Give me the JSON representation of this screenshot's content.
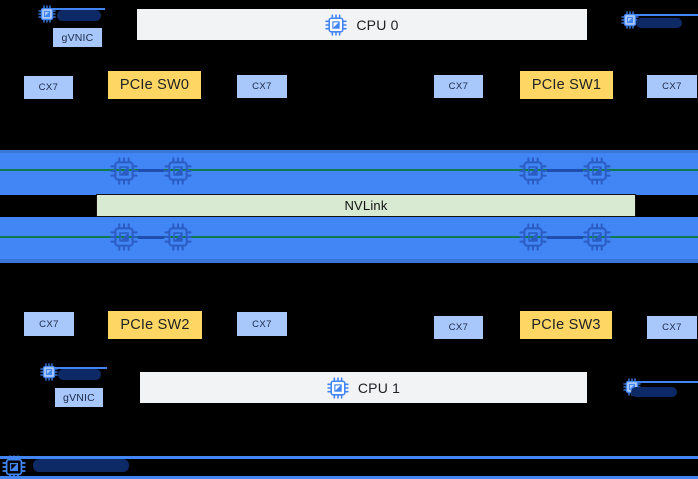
{
  "labels": {
    "cpus": [
      "CPU 0",
      "CPU 1"
    ],
    "switches": [
      "PCIe SW0",
      "PCIe SW1",
      "PCIe SW2",
      "PCIe SW3"
    ],
    "nics": [
      "CX7",
      "CX7",
      "CX7",
      "CX7",
      "CX7",
      "CX7",
      "CX7",
      "CX7"
    ],
    "gvnics": [
      "gVNIC",
      "gVNIC"
    ],
    "nvlink": "NVLink"
  },
  "colors": {
    "background": "#000000",
    "gpu_band_blue": "#4285F4",
    "nvlink_green": "#D9EAD3",
    "pcie_switch_yellow": "#FDD663",
    "nic_light_blue": "#A8C7FA",
    "cpu_gray": "#F1F3F4",
    "dark_pill_navy": "#0e2a66",
    "link_line_green": "#0d7a4f"
  },
  "icons": {
    "cpu": "chip-icon",
    "gpu": "chip-icon",
    "nic": "chip-icon"
  }
}
